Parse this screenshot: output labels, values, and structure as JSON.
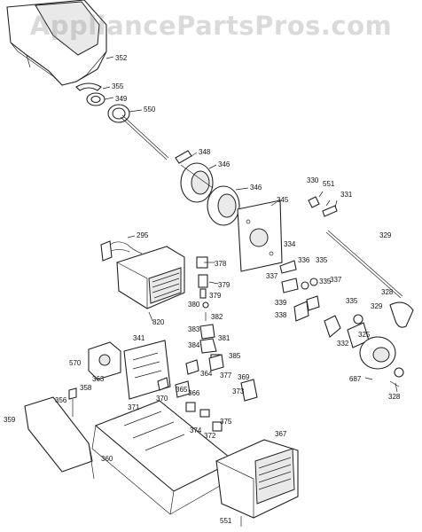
{
  "watermark": "AppliancePartsPros.com",
  "callouts": [
    "352",
    "355",
    "349",
    "550",
    "348",
    "346",
    "346",
    "345",
    "330",
    "551",
    "331",
    "295",
    "329",
    "334",
    "336",
    "335",
    "337",
    "335",
    "328",
    "378",
    "379",
    "379",
    "382",
    "380",
    "381",
    "337",
    "339",
    "338",
    "335",
    "329",
    "325",
    "820",
    "332",
    "383",
    "384",
    "385",
    "328",
    "687",
    "341",
    "570",
    "363",
    "364",
    "369",
    "377",
    "358",
    "371",
    "365",
    "370",
    "366",
    "374",
    "373",
    "372",
    "375",
    "367",
    "356",
    "359",
    "360",
    "551"
  ],
  "icons": {
    "watermark": "watermark-text"
  }
}
